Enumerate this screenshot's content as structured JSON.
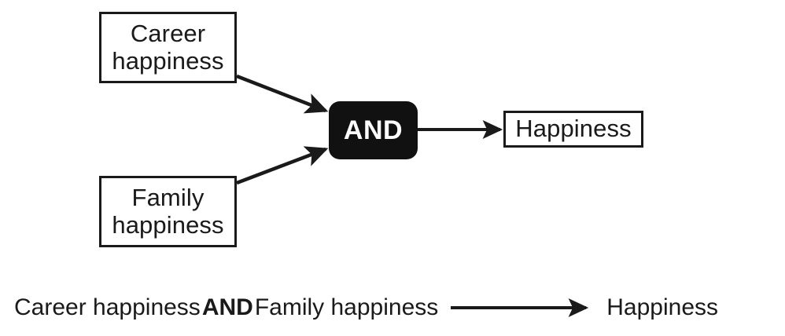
{
  "figure": {
    "background_color": "#ffffff",
    "stroke_color": "#1a1a1a",
    "gate_fill_color": "#111111",
    "gate_text_color": "#ffffff"
  },
  "diagram": {
    "nodes": {
      "career": {
        "label": "Career\nhappiness",
        "line1": "Career",
        "line2": "happiness"
      },
      "family": {
        "label": "Family\nhappiness",
        "line1": "Family",
        "line2": "happiness"
      },
      "gate": {
        "label": "AND"
      },
      "output": {
        "label": "Happiness"
      }
    },
    "edges": [
      {
        "name": "career-to-gate",
        "from": "career",
        "to": "gate",
        "arrowhead": true,
        "label": ""
      },
      {
        "name": "family-to-gate",
        "from": "family",
        "to": "gate",
        "arrowhead": true,
        "label": ""
      },
      {
        "name": "gate-to-output",
        "from": "gate",
        "to": "output",
        "arrowhead": true,
        "label": ""
      }
    ]
  },
  "formula": {
    "operand_left": "Career happiness",
    "operator": "AND",
    "operand_right": "Family happiness",
    "result": "Happiness",
    "arrow_icon": "right-arrow-icon"
  }
}
